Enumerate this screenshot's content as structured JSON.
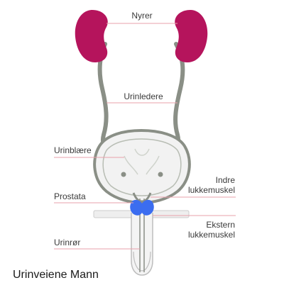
{
  "labels": {
    "kidneys": "Nyrer",
    "ureters": "Urinledere",
    "bladder": "Urinblære",
    "inner_sphincter_line1": "Indre",
    "inner_sphincter_line2": "lukkemuskel",
    "prostate": "Prostata",
    "outer_sphincter_line1": "Ekstern",
    "outer_sphincter_line2": "lukkemuskel",
    "urethra": "Urinrør"
  },
  "caption": "Urinveiene Mann",
  "colors": {
    "kidney": "#b5145c",
    "ureter": "#8a8f86",
    "bladder_outline": "#8a8f86",
    "bladder_fill": "#f2f2f2",
    "prostate": "#3b6df0",
    "leader_line": "#e8a0ab"
  }
}
